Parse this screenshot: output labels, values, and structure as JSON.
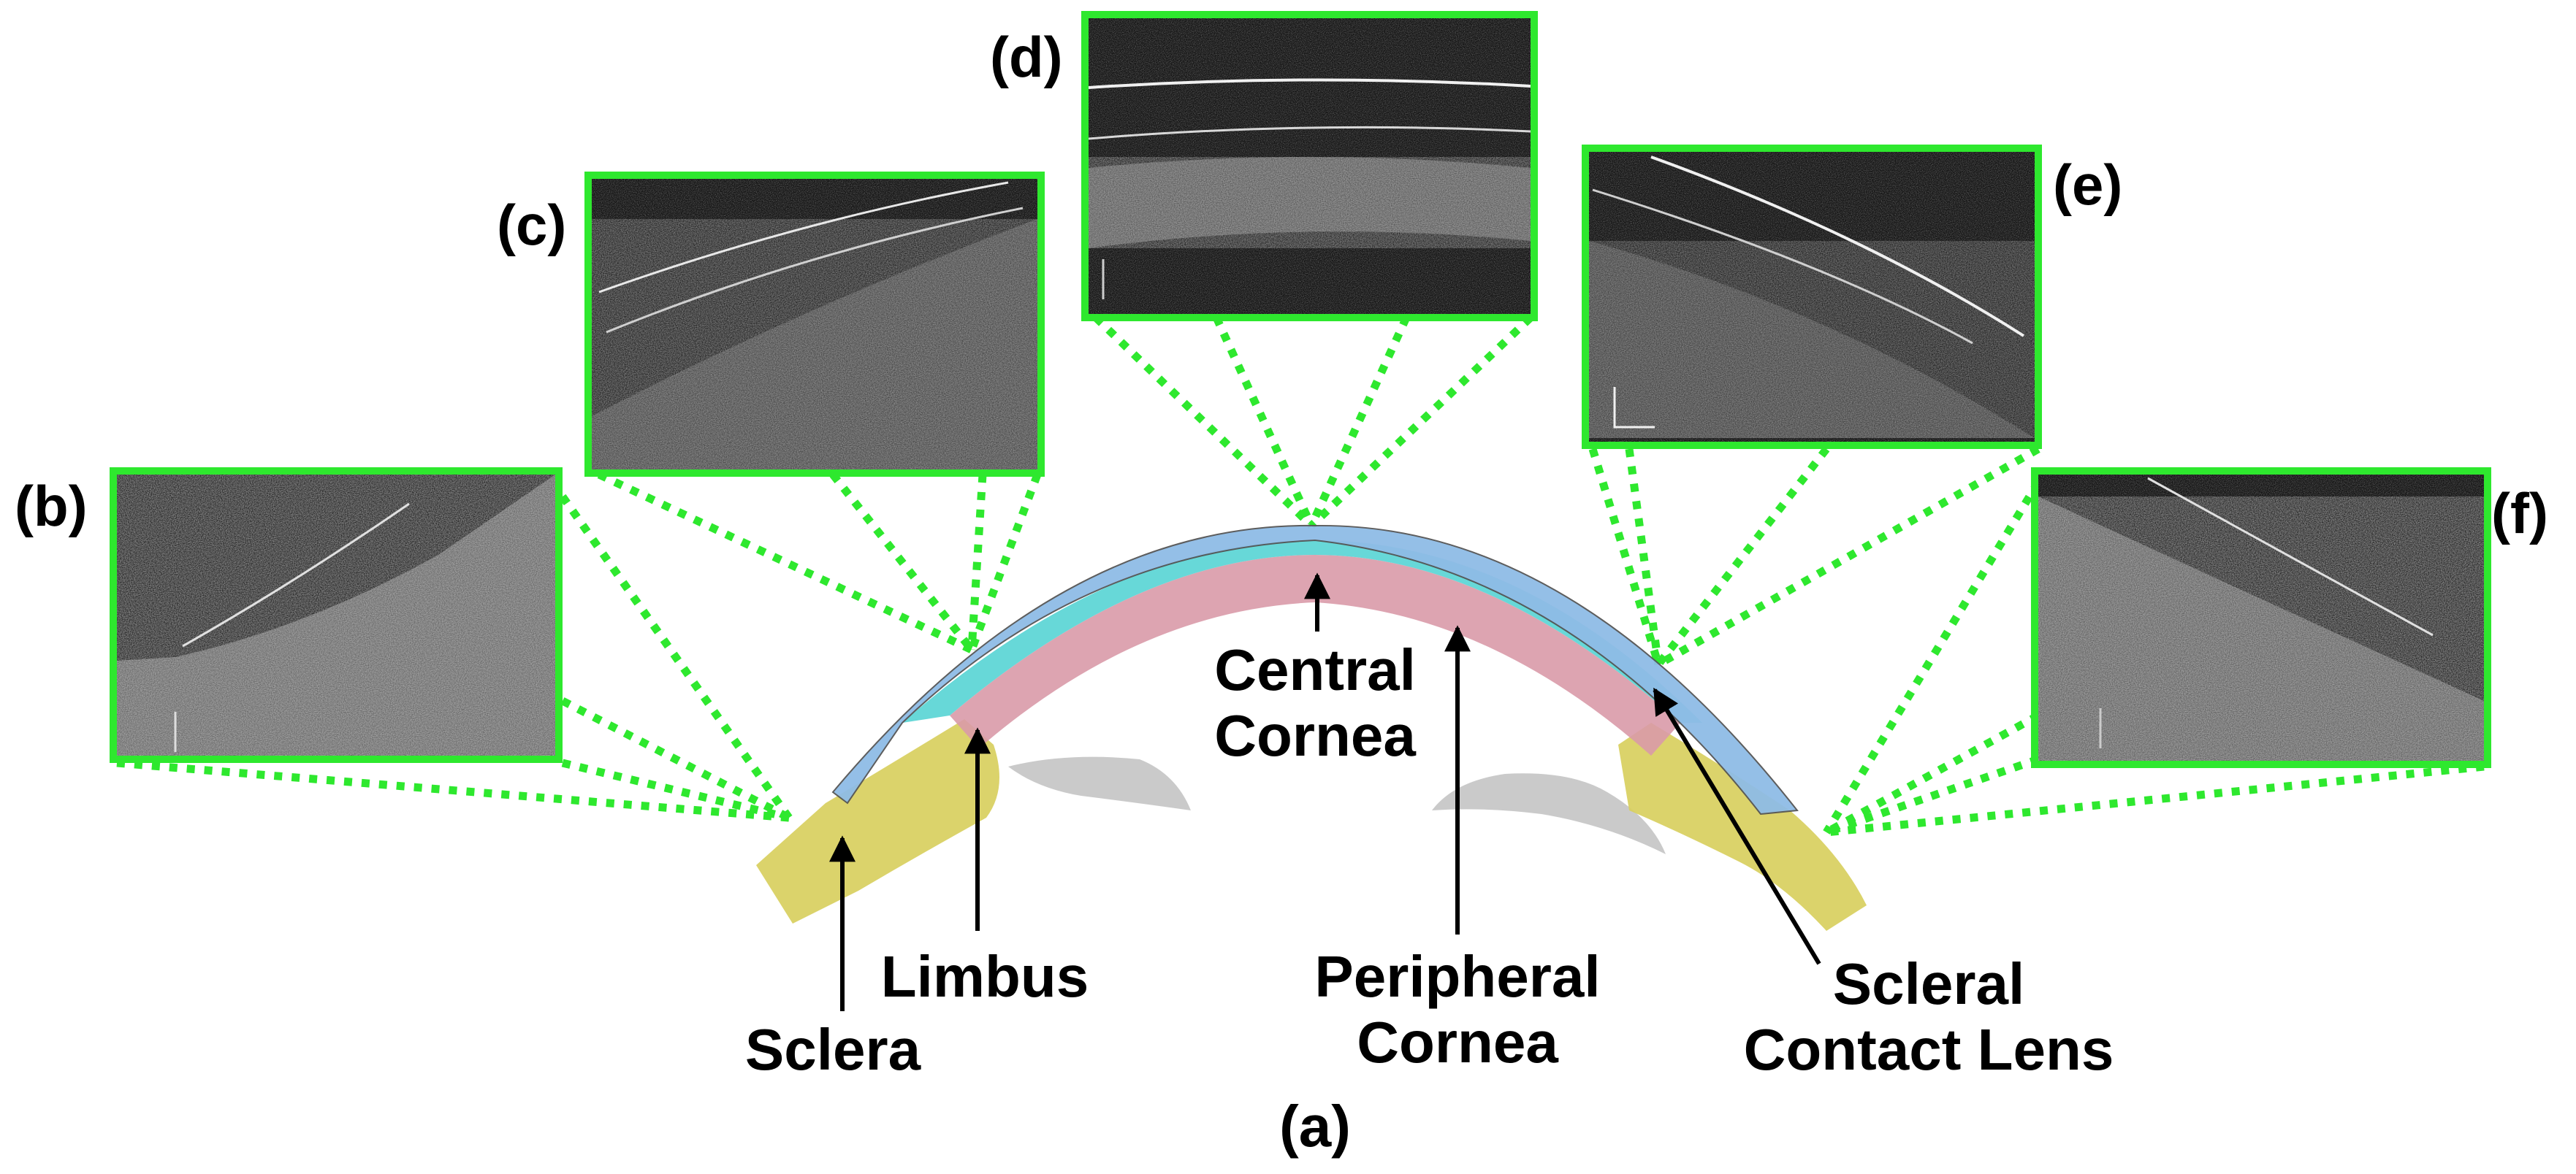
{
  "figure_label": "(a)",
  "panels": [
    {
      "id": "b",
      "label": "(b)"
    },
    {
      "id": "c",
      "label": "(c)"
    },
    {
      "id": "d",
      "label": "(d)"
    },
    {
      "id": "e",
      "label": "(e)"
    },
    {
      "id": "f",
      "label": "(f)"
    }
  ],
  "structures": {
    "central_cornea": [
      "Central",
      "Cornea"
    ],
    "limbus": "Limbus",
    "sclera": "Sclera",
    "peripheral_cornea": [
      "Peripheral",
      "Cornea"
    ],
    "scleral_contact_lens": [
      "Scleral",
      "Contact Lens"
    ]
  },
  "colors": {
    "connector": "#2ee82e",
    "contact_lens": "#8fbce6",
    "tear_layer": "#5fd6d6",
    "cornea": "#d99aa8",
    "sclera": "#d8cf5e",
    "oct_background": "#151515"
  }
}
